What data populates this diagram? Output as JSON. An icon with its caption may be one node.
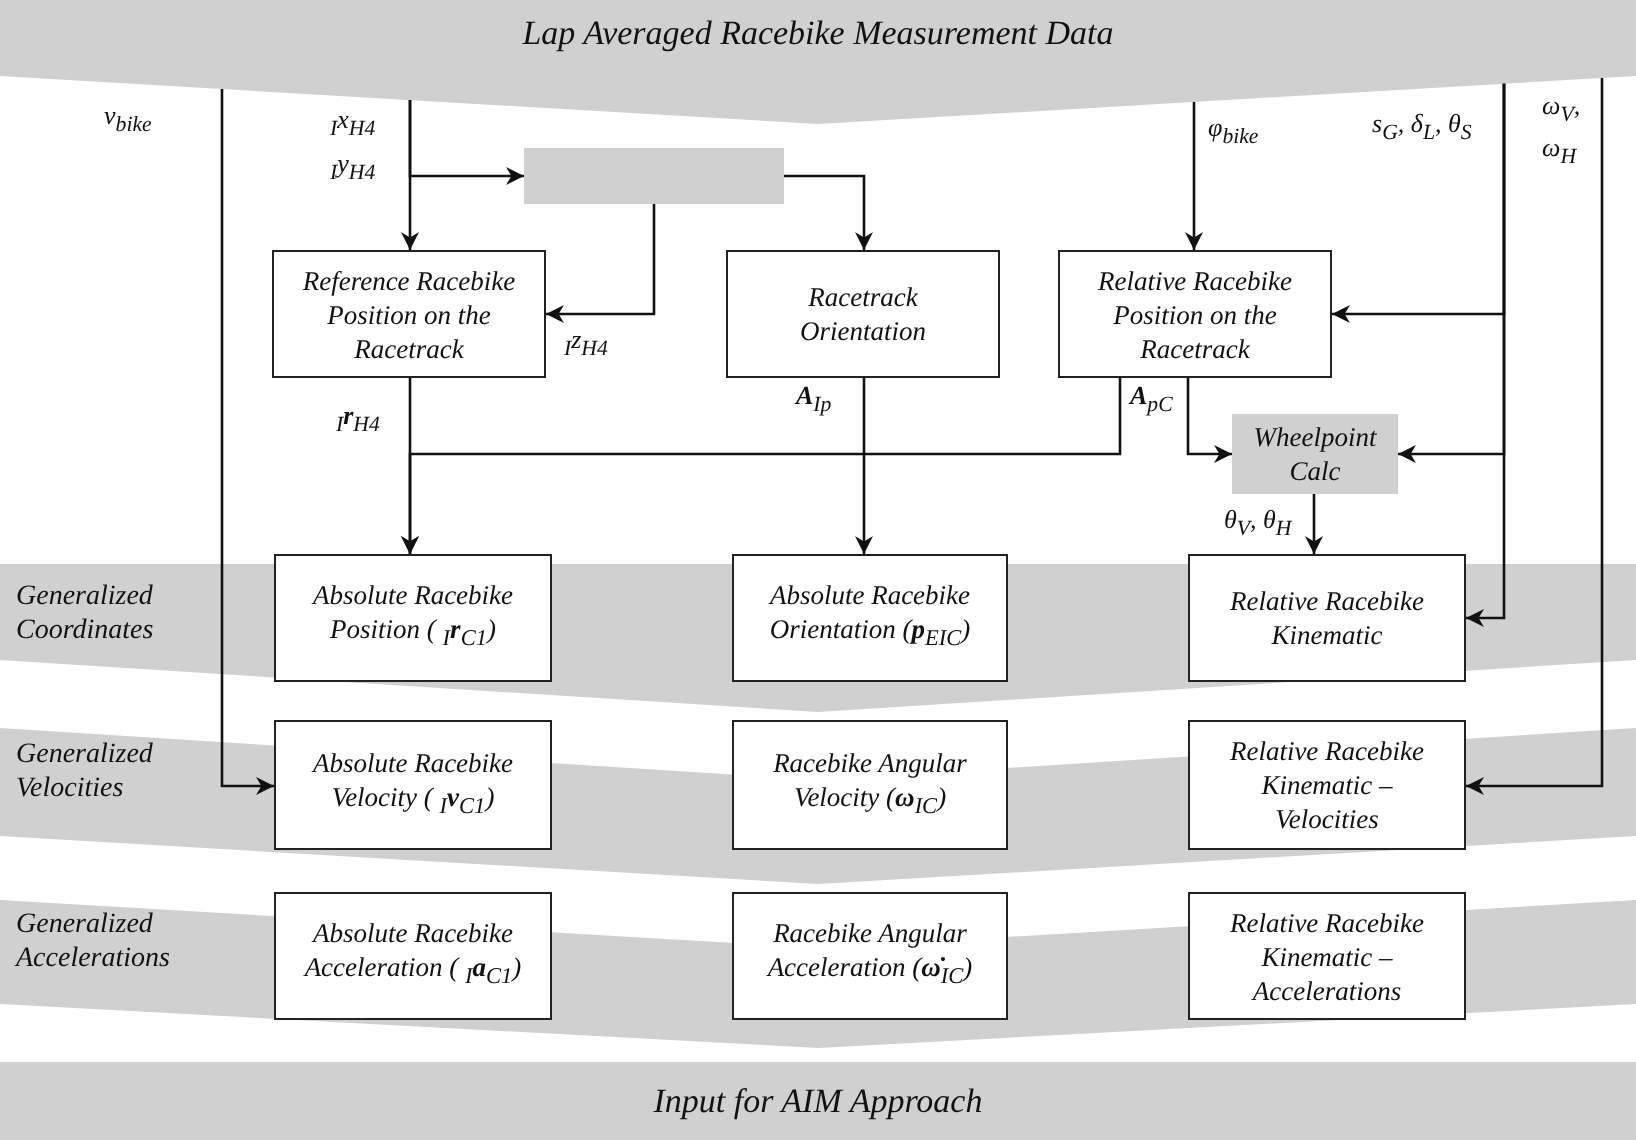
{
  "diagram": {
    "nodes": [
      {
        "text": [
          "Lap Averaged Racebike Measurement Data"
        ]
      },
      {
        "text": [],
        "shape": "box"
      },
      {
        "text": [
          "Reference Racebike Position on the Racetrack"
        ]
      },
      {
        "text": [
          "Racetrack Orientation"
        ]
      },
      {
        "text": [
          "Relative Racebike Position on the Racetrack"
        ]
      },
      {
        "text": [
          "Wheelpoint Calc"
        ]
      },
      {
        "text": [
          "Generalized Coordinates"
        ]
      },
      {
        "text": [
          "Absolute Racebike Position ( $_{I}$**r**$_{C1}$)"
        ]
      },
      {
        "text": [
          "Absolute Racebike Orientation (**p**$_{EIC}$)"
        ]
      },
      {
        "text": [
          "Relative Racebike Kinematic"
        ]
      },
      {
        "text": [
          "Generalized Velocities"
        ]
      },
      {
        "text": [
          "Absolute Racebike Velocity ( $_{I}$**v**$_{C1}$)"
        ]
      },
      {
        "text": [
          "Racebike Angular Velocity (**ω**$_{IC}$)"
        ]
      },
      {
        "text": [
          "Relative Racebike Kinematic – Velocities"
        ]
      },
      {
        "text": [
          "Generalized Accelerations"
        ]
      },
      {
        "text": [
          "Absolute Racebike Acceleration ( $_{I}$**a**$_{C1}$)"
        ]
      },
      {
        "text": [
          "Racebike Angular Acceleration (**ω̇**$_{IC}$)"
        ]
      },
      {
        "text": [
          "Relative Racebike Kinematic – Accelerations"
        ]
      },
      {
        "text": [
          "Input for AIM Approach"
        ]
      }
    ],
    "edges": [
      {
        "from": 0,
        "to": 11,
        "arrow": "to",
        "label": "v$_{bike}$"
      },
      {
        "from": 0,
        "to": 2,
        "arrow": "to",
        "label": "$_{I}$x$_{H4}$"
      },
      {
        "from": 0,
        "to": 1,
        "arrow": "to",
        "label": "$_{I}$y$_{H4}$"
      },
      {
        "from": 1,
        "to": 2,
        "arrow": "to",
        "label": "$_{I}$z$_{H4}$"
      },
      {
        "from": 1,
        "to": 3,
        "arrow": "to"
      },
      {
        "from": 0,
        "to": 4,
        "arrow": "to",
        "label": "φ$_{bike}$"
      },
      {
        "from": 0,
        "to": 4,
        "arrow": "to",
        "label": "s$_{G}$, δ$_{L}$, θ$_{S}$"
      },
      {
        "from": 0,
        "to": 5,
        "arrow": "to"
      },
      {
        "from": 0,
        "to": 9,
        "arrow": "to"
      },
      {
        "from": 0,
        "to": 13,
        "arrow": "to",
        "label": "ω$_{V}$, ω$_{H}$"
      },
      {
        "from": 2,
        "to": 7,
        "arrow": "to",
        "label": "$_{I}$**r**$_{H4}$"
      },
      {
        "from": 4,
        "to": 7,
        "arrow": "to"
      },
      {
        "from": 3,
        "to": 8,
        "arrow": "to",
        "label": "**A**$_{Ip}$"
      },
      {
        "from": 4,
        "to": 5,
        "arrow": "to",
        "label": "**A**$_{pC}$"
      },
      {
        "from": 5,
        "to": 9,
        "arrow": "to",
        "label": "θ$_{V}$, θ$_{H}$"
      }
    ]
  }
}
